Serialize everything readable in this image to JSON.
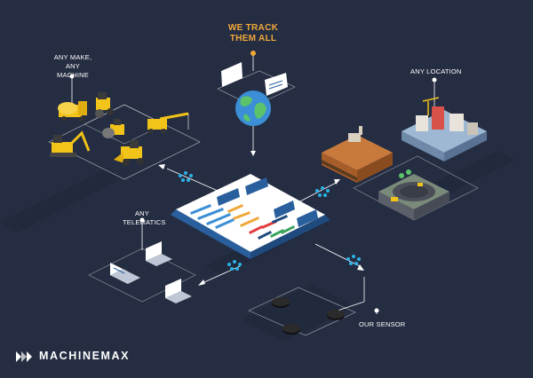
{
  "headline": {
    "line1": "WE TRACK",
    "line2": "THEM ALL"
  },
  "labels": {
    "any_make_line1": "ANY MAKE,",
    "any_make_line2": "ANY MACHINE",
    "any_location": "ANY LOCATION",
    "any_telematics_line1": "ANY",
    "any_telematics_line2": "TELEMATICS",
    "our_sensor": "OUR SENSOR"
  },
  "brand": {
    "name": "MACHINEMAX"
  },
  "colors": {
    "background": "#252d42",
    "accent": "#f0a83a",
    "dashboard": "#2a5f9e",
    "node": "#2bb3e6",
    "machine_yellow": "#f2c318",
    "connector_white": "#ffffff"
  },
  "icons": [
    "globe-icon",
    "dashboard-icon",
    "laptop-icon",
    "sensor-icon",
    "mine-icon",
    "city-icon",
    "excavator-icon"
  ]
}
